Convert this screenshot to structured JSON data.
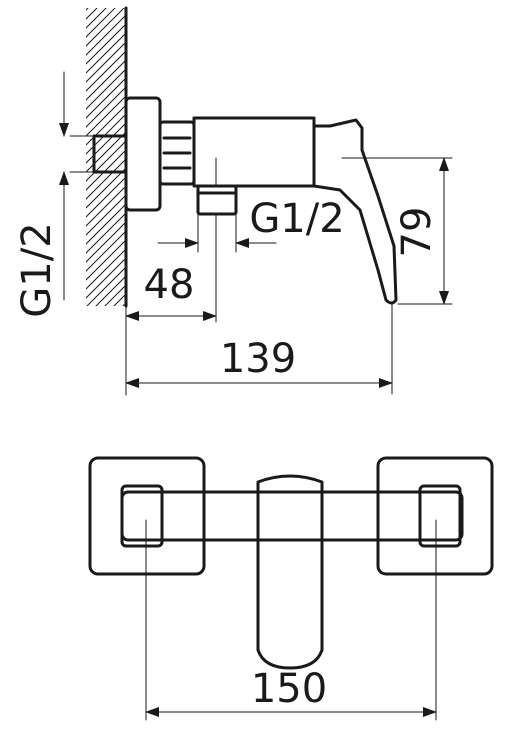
{
  "colors": {
    "line": "#1a1a1a",
    "background": "#ffffff"
  },
  "side_view": {
    "inlet_thread": "G1/2",
    "outlet_thread": "G1/2",
    "dim_outlet_offset": "48",
    "dim_body_height": "79",
    "dim_total_depth": "139"
  },
  "front_view": {
    "dim_center_distance": "150"
  }
}
